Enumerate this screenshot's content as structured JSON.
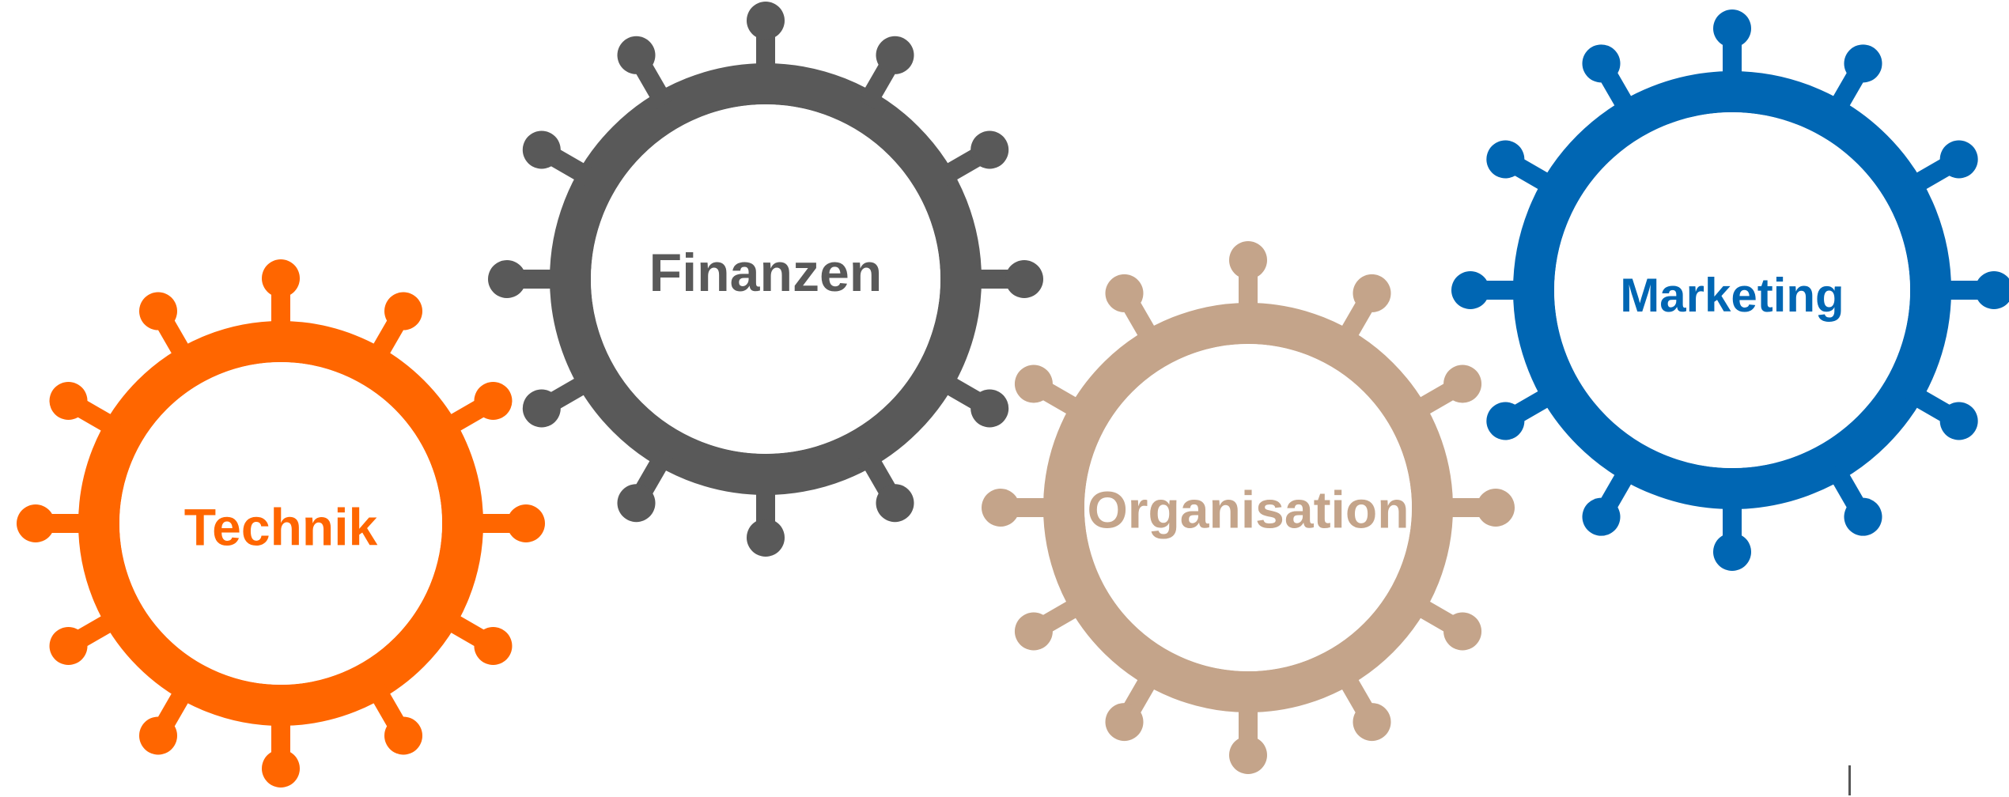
{
  "gears": [
    {
      "id": "technik",
      "label": "Technik",
      "color": "#FF6600"
    },
    {
      "id": "finanzen",
      "label": "Finanzen",
      "color": "#595959"
    },
    {
      "id": "organisation",
      "label": "Organisation",
      "color": "#C4A48A"
    },
    {
      "id": "marketing",
      "label": "Marketing",
      "color": "#0066B3"
    }
  ]
}
